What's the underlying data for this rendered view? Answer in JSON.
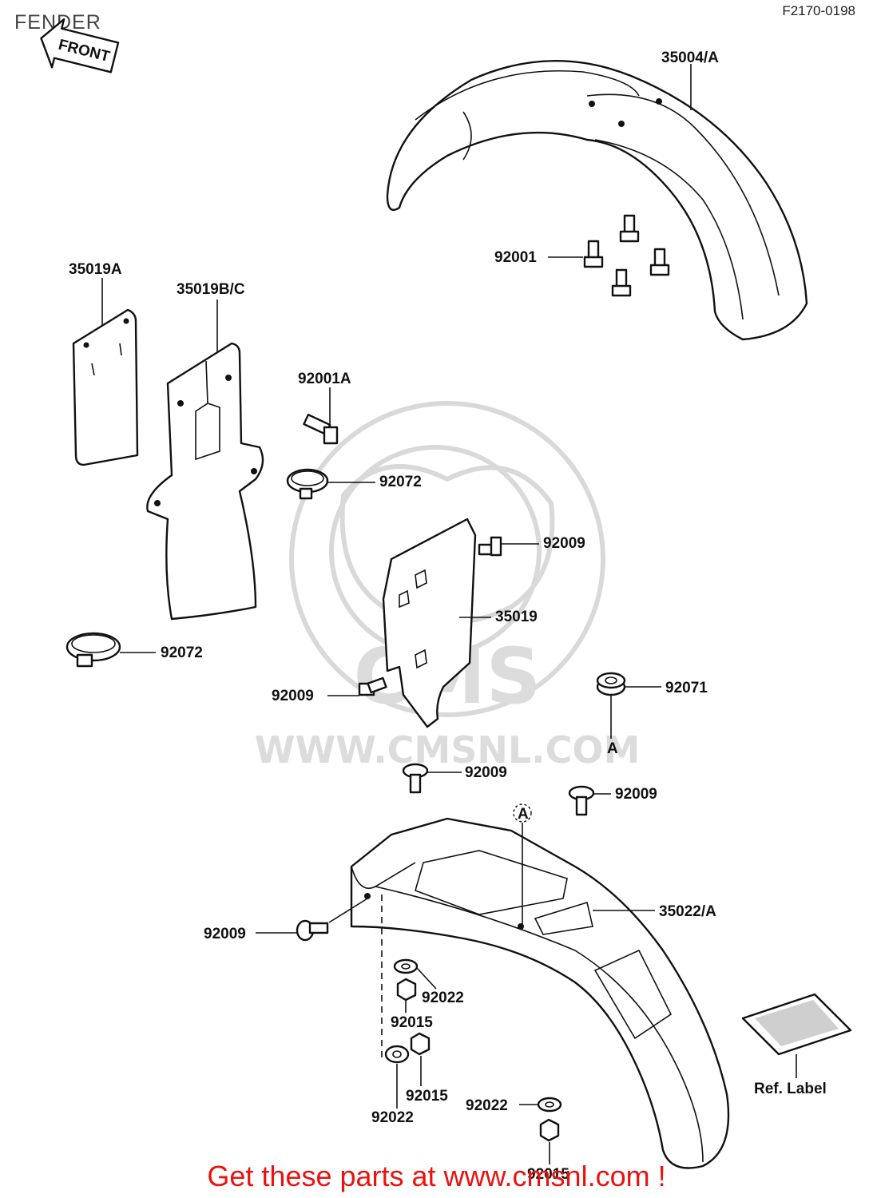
{
  "header": {
    "title": "FENDER",
    "code": "F2170-0198",
    "front_arrow_label": "FRONT"
  },
  "watermark": {
    "brand": "CMS",
    "url": "WWW.CMSNL.COM"
  },
  "callouts": {
    "p35004A": "35004/A",
    "p92001": "92001",
    "p35019A": "35019A",
    "p35019BC": "35019B/C",
    "p92001A": "92001A",
    "p92072_upper": "92072",
    "p92009_a": "92009",
    "p35019": "35019",
    "p92072_lower": "92072",
    "p92009_b": "92009",
    "p92071": "92071",
    "ref_a_upper": "A",
    "p92009_c": "92009",
    "p92009_d": "92009",
    "ref_a_lower": "A",
    "p35022A": "35022/A",
    "p92009_e": "92009",
    "p92022_a": "92022",
    "p92015_a": "92015",
    "p92015_b": "92015",
    "p92022_b": "92022",
    "p92022_c": "92022",
    "p92015_c": "92015",
    "ref_label": "Ref. Label"
  },
  "footer": {
    "cta": "Get these parts at www.cmsnl.com !"
  },
  "colors": {
    "line": "#111111",
    "footer_text": "#e8130f",
    "watermark": "#d9d9d9"
  }
}
